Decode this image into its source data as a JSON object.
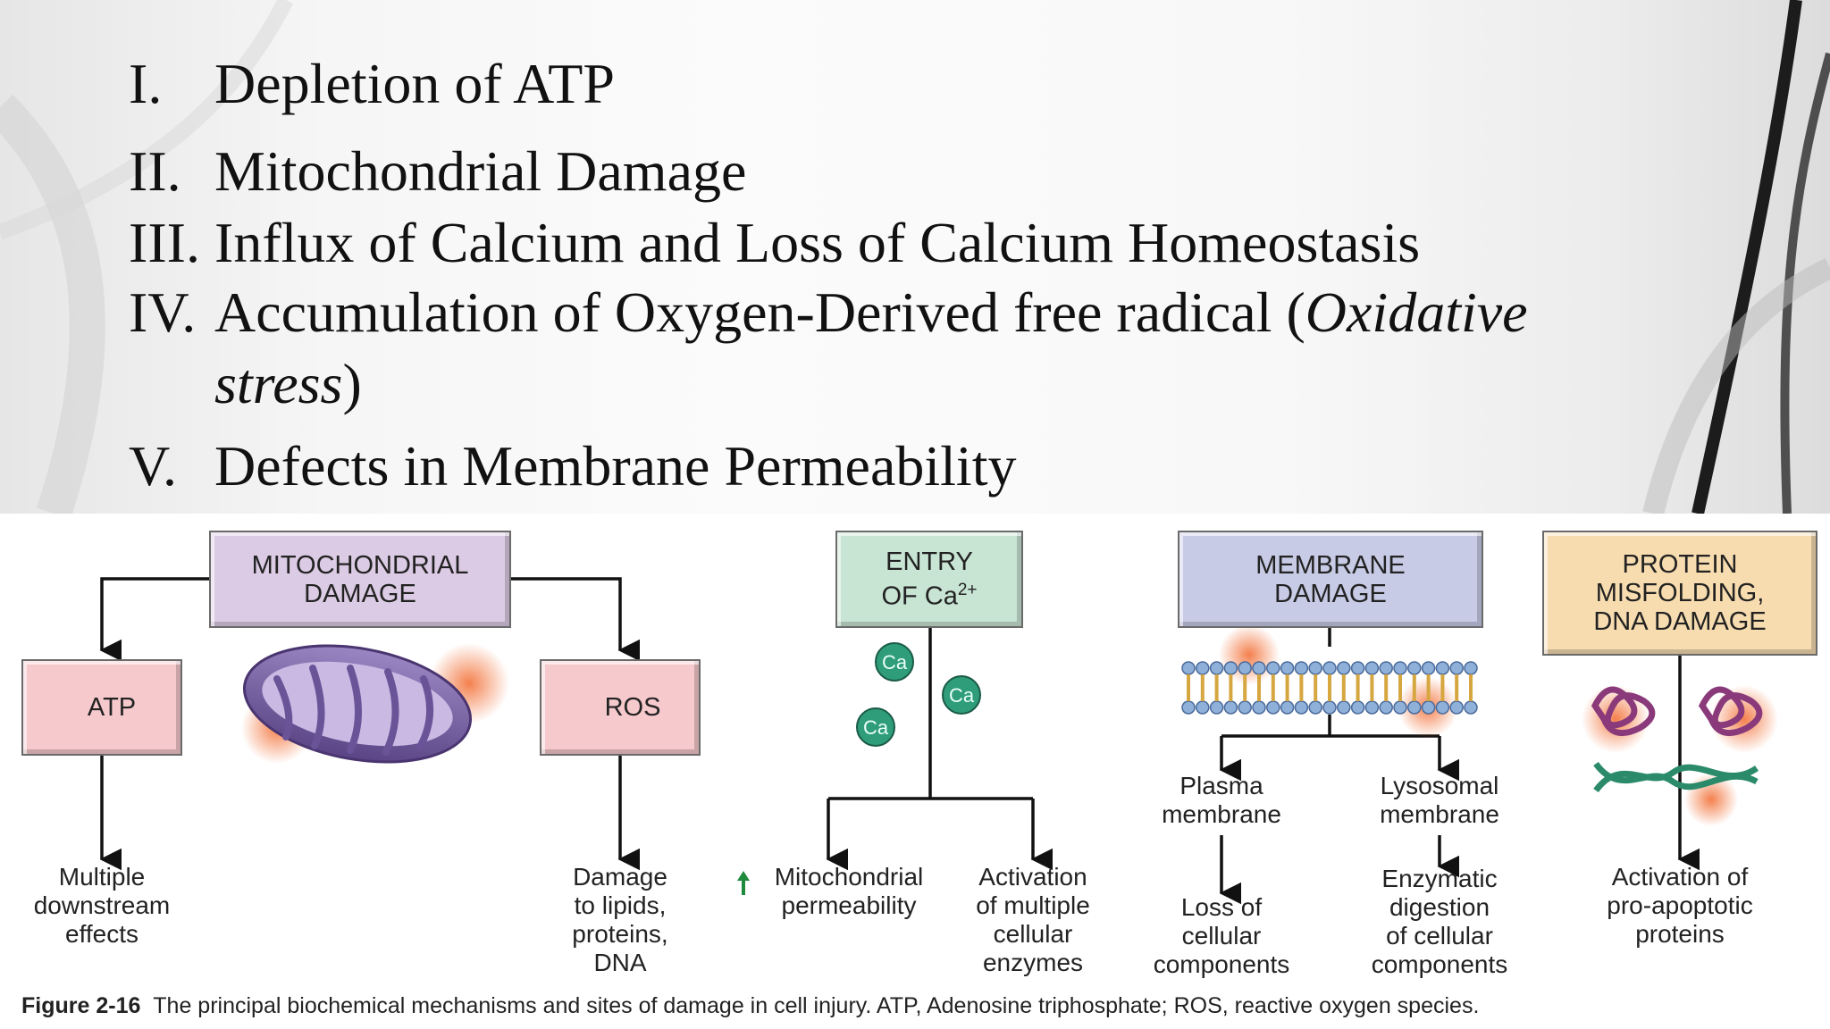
{
  "slide": {
    "bullets": [
      {
        "numeral": "I.",
        "text": "Depletion of ATP"
      },
      {
        "numeral": "II.",
        "text": "Mitochondrial Damage"
      },
      {
        "numeral": "III.",
        "text": "Influx of  Calcium and Loss  of Calcium Homeostasis"
      },
      {
        "numeral": "IV.",
        "text": "Accumulation of Oxygen-Derived free  radical (",
        "italic1": "Oxidative",
        "line2_italic": "stress",
        "line2_tail": ")"
      },
      {
        "numeral": "V.",
        "text": "Defects in Membrane Permeability"
      }
    ]
  },
  "figure": {
    "boxes": {
      "mito": "MITOCHONDRIAL\nDAMAGE",
      "atp": "ATP",
      "ros": "ROS",
      "ca_line1": "ENTRY",
      "ca_line2": "OF Ca",
      "ca_sup": "2+",
      "membrane": "MEMBRANE\nDAMAGE",
      "protein": "PROTEIN\nMISFOLDING,\nDNA DAMAGE"
    },
    "ca_ion": "Ca",
    "labels": {
      "multiple": "Multiple\ndownstream\neffects",
      "damage": "Damage\nto lipids,\nproteins,\nDNA",
      "mito_perm": "Mitochondrial\npermeability",
      "activation_enz": "Activation\nof multiple\ncellular\nenzymes",
      "plasma": "Plasma\nmembrane",
      "lysosomal": "Lysosomal\nmembrane",
      "loss": "Loss of\ncellular\ncomponents",
      "enzymatic": "Enzymatic\ndigestion\nof cellular\ncomponents",
      "apoptotic": "Activation of\npro-apoptotic\nproteins"
    },
    "caption_bold": "Figure 2-16",
    "caption_text": "The principal biochemical mechanisms and sites of damage in cell injury. ATP, Adenosine triphosphate; ROS, reactive oxygen species."
  },
  "colors": {
    "mito_box": "#dccbe4",
    "atp_box": "#f6c9cc",
    "ca_box": "#c8e4d3",
    "membrane_box": "#c7cbe6",
    "protein_box": "#f7dcb0",
    "down_arrow": "#d21f26",
    "up_arrow": "#1e8a3c"
  }
}
